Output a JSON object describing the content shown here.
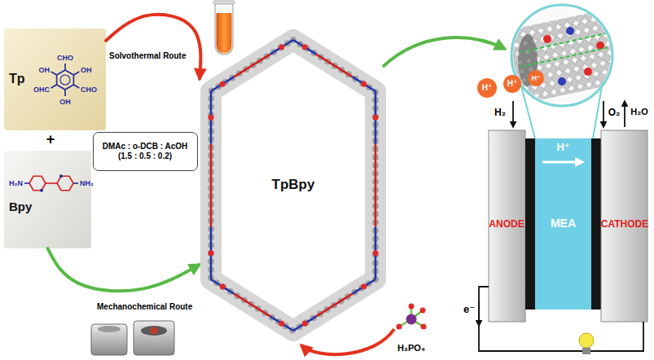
{
  "diagram": {
    "nodes": [
      {
        "text": [
          "Tp"
        ]
      },
      {
        "text": [
          "DMAc : o-DCB : AcOH (1.5 : 0.5 : 0.2)"
        ]
      },
      {
        "text": [
          "Bpy"
        ]
      },
      {
        "text": [
          "TpBpy"
        ]
      },
      {
        "text": [
          "H⁺"
        ]
      },
      {
        "text": [
          "H⁺"
        ]
      },
      {
        "text": [
          "H⁺"
        ]
      },
      {
        "text": [
          "H⁺",
          "MEA"
        ]
      }
    ],
    "edges": [
      {
        "from": 0,
        "to": 3,
        "arrow": "to",
        "label": "Solvothermal Route"
      },
      {
        "from": 2,
        "to": 3,
        "arrow": "to",
        "label": "Mechanochemical Route"
      }
    ],
    "labels": [
      "CHO",
      "OH",
      "OH",
      "OHC",
      "CHO",
      "OH",
      "+",
      "H₂N",
      "NH₂",
      "H₃PO₄",
      "H₂",
      "O₂",
      "H₂O",
      "ANODE",
      "CATHODE",
      "e⁻"
    ]
  }
}
